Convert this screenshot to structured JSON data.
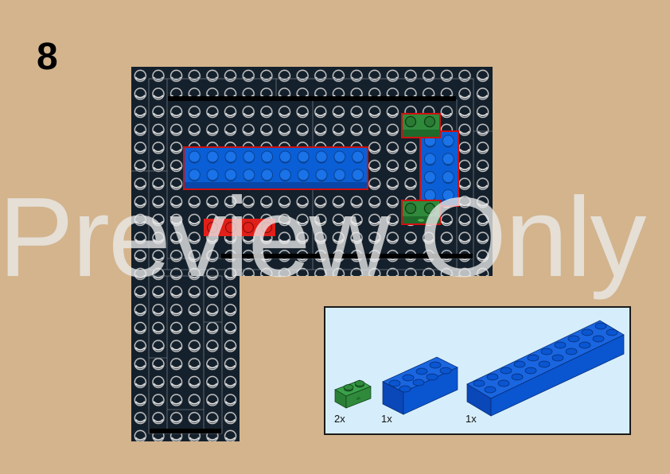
{
  "step": {
    "number": "8"
  },
  "watermark": {
    "text": "Preview Only"
  },
  "colors": {
    "background": "#d3b48d",
    "baseplate": "#14202b",
    "stud_outline": "#c9c9c9",
    "brick_blue": "#0a5fd6",
    "brick_green": "#2f8a3b",
    "brick_red": "#e0201a",
    "highlight_outline": "#d01010",
    "parts_box_bg": "#d6eefb"
  },
  "build_area": {
    "placed_new": [
      {
        "part": "blue-2x10-brick",
        "orientation": "horizontal"
      },
      {
        "part": "blue-2x4-brick",
        "orientation": "vertical"
      },
      {
        "part": "green-1x2-technic-brick",
        "position": "top"
      },
      {
        "part": "green-1x2-technic-brick",
        "position": "bottom"
      }
    ],
    "existing": [
      {
        "part": "red-1x4-plate"
      }
    ]
  },
  "parts_list": {
    "items": [
      {
        "name": "green-1x2-technic-brick",
        "qty": "2x"
      },
      {
        "name": "blue-2x4-brick",
        "qty": "1x"
      },
      {
        "name": "blue-2x10-brick",
        "qty": "1x"
      }
    ]
  }
}
